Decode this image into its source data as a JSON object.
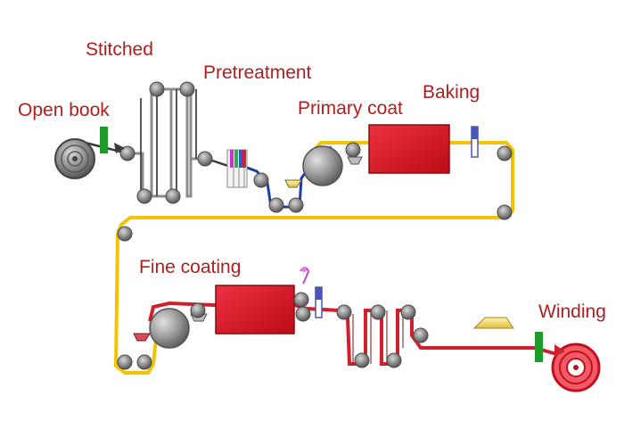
{
  "labels": {
    "stitched": "Stitched",
    "pretreatment": "Pretreatment",
    "open_book": "Open book",
    "primary_coat": "Primary coat",
    "baking": "Baking",
    "fine_coating": "Fine coating",
    "winding": "Winding"
  },
  "colors": {
    "label_text": "#b01e1e",
    "web_dark": "#3a3a3a",
    "web_gray": "#8c8c8c",
    "web_blue": "#1b3fa8",
    "web_yellow": "#f2c400",
    "web_red": "#d0202e",
    "oven_red": "#d4141e",
    "roller": "#6b6b6b",
    "guide_green": "#1f9a2a",
    "guide_blue": "#4a55b8"
  }
}
